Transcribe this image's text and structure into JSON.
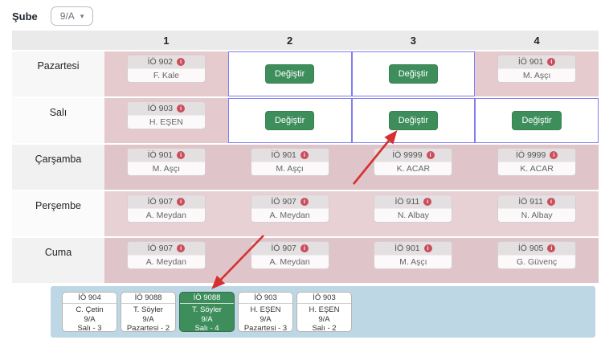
{
  "toolbar": {
    "sube_label": "Şube",
    "sube_value": "9/A"
  },
  "schedule": {
    "columns": [
      "1",
      "2",
      "3",
      "4"
    ],
    "change_label": "Değiştir",
    "rows": [
      {
        "day": "Pazartesi",
        "cells": [
          {
            "type": "lesson",
            "code": "İÖ 902",
            "teacher": "F. Kale"
          },
          {
            "type": "change"
          },
          {
            "type": "change"
          },
          {
            "type": "lesson",
            "code": "İÖ 901",
            "teacher": "M. Aşçı"
          }
        ]
      },
      {
        "day": "Salı",
        "cells": [
          {
            "type": "lesson",
            "code": "İÖ 903",
            "teacher": "H. EŞEN"
          },
          {
            "type": "change"
          },
          {
            "type": "change"
          },
          {
            "type": "change"
          }
        ]
      },
      {
        "day": "Çarşamba",
        "cells": [
          {
            "type": "lesson",
            "code": "İÖ 901",
            "teacher": "M. Aşçı"
          },
          {
            "type": "lesson",
            "code": "İÖ 901",
            "teacher": "M. Aşçı"
          },
          {
            "type": "lesson",
            "code": "İÖ 9999",
            "teacher": "K. ACAR"
          },
          {
            "type": "lesson",
            "code": "İÖ 9999",
            "teacher": "K. ACAR"
          }
        ]
      },
      {
        "day": "Perşembe",
        "cells": [
          {
            "type": "lesson",
            "code": "İÖ 907",
            "teacher": "A. Meydan"
          },
          {
            "type": "lesson",
            "code": "İÖ 907",
            "teacher": "A. Meydan"
          },
          {
            "type": "lesson",
            "code": "İÖ 911",
            "teacher": "N. Albay"
          },
          {
            "type": "lesson",
            "code": "İÖ 911",
            "teacher": "N. Albay"
          }
        ]
      },
      {
        "day": "Cuma",
        "cells": [
          {
            "type": "lesson",
            "code": "İÖ 907",
            "teacher": "A. Meydan"
          },
          {
            "type": "lesson",
            "code": "İÖ 907",
            "teacher": "A. Meydan"
          },
          {
            "type": "lesson",
            "code": "İÖ 901",
            "teacher": "M. Aşçı"
          },
          {
            "type": "lesson",
            "code": "İÖ 905",
            "teacher": "G. Güvenç"
          }
        ]
      }
    ]
  },
  "pool": {
    "cards": [
      {
        "code": "İÖ 904",
        "teacher": "C. Çetin",
        "class": "9/A",
        "slot": "Salı - 3",
        "selected": false
      },
      {
        "code": "İÖ 9088",
        "teacher": "T. Söyler",
        "class": "9/A",
        "slot": "Pazartesi - 2",
        "selected": false
      },
      {
        "code": "İÖ 9088",
        "teacher": "T. Söyler",
        "class": "9/A",
        "slot": "Salı - 4",
        "selected": true
      },
      {
        "code": "İÖ 903",
        "teacher": "H. EŞEN",
        "class": "9/A",
        "slot": "Pazartesi - 3",
        "selected": false
      },
      {
        "code": "İÖ 903",
        "teacher": "H. EŞEN",
        "class": "9/A",
        "slot": "Salı - 2",
        "selected": false
      }
    ]
  },
  "icons": {
    "info": "i",
    "dropdown_caret": "▾"
  },
  "colors": {
    "accent_green": "#3e8e5c",
    "cell_pink": "#e5cace",
    "slot_border_blue": "#7f7df2",
    "pool_blue": "#bdd7e5",
    "info_red": "#cb4e5c",
    "arrow_red": "#d63030",
    "header_gray": "#eaeaea"
  }
}
